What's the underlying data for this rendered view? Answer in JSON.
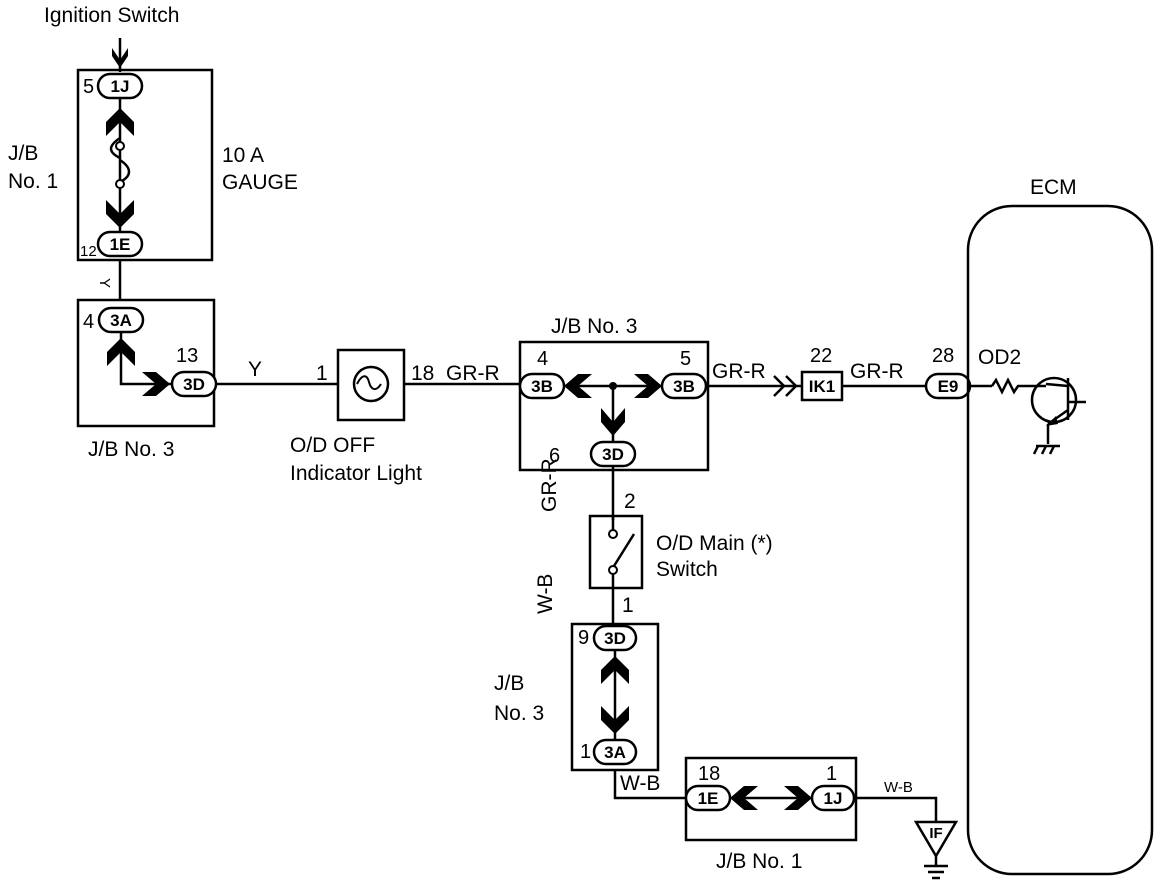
{
  "labels": {
    "ignition_switch": "Ignition Switch",
    "jb1_top_line1": "J/B",
    "jb1_top_line2": "No. 1",
    "fuse_line1": "10 A",
    "fuse_line2": "GAUGE",
    "jb3_left": "J/B No. 3",
    "indicator_line1": "O/D OFF",
    "indicator_line2": "Indicator Light",
    "jb3_center": "J/B No. 3",
    "switch_line1": "O/D Main (*)",
    "switch_line2": "Switch",
    "jb3_bottom_line1": "J/B",
    "jb3_bottom_line2": "No. 3",
    "jb1_bottom": "J/B No. 1",
    "ecm": "ECM",
    "od2": "OD2"
  },
  "connectors": {
    "c1j_top": "1J",
    "c1e_top": "1E",
    "c3a_left": "3A",
    "c3d_left": "3D",
    "c3b_left": "3B",
    "c3b_right": "3B",
    "c3d_center": "3D",
    "ik1": "IK1",
    "e9": "E9",
    "c3d_bottom": "3D",
    "c3a_bottom": "3A",
    "c1e_bottom": "1E",
    "c1j_bottom": "1J",
    "if": "IF"
  },
  "pins": {
    "p5_1j": "5",
    "p12_1e": "12",
    "p4_3a": "4",
    "p13_3d": "13",
    "p1_light": "1",
    "p18_light": "18",
    "p4_3b": "4",
    "p5_3b": "5",
    "p6_3d": "6",
    "p22_ik1": "22",
    "p28_e9": "28",
    "p2_switch": "2",
    "p1_switch": "1",
    "p9_3d": "9",
    "p1_3a": "1",
    "p18_1e": "18",
    "p1_1j": "1"
  },
  "wires": {
    "y_vertical": "Y",
    "y_horizontal": "Y",
    "grr_1": "GR-R",
    "grr_2": "GR-R",
    "grr_3": "GR-R",
    "grr_vertical": "GR-R",
    "wb_vertical": "W-B",
    "wb_bottom": "W-B",
    "wb_ground": "W-B"
  }
}
